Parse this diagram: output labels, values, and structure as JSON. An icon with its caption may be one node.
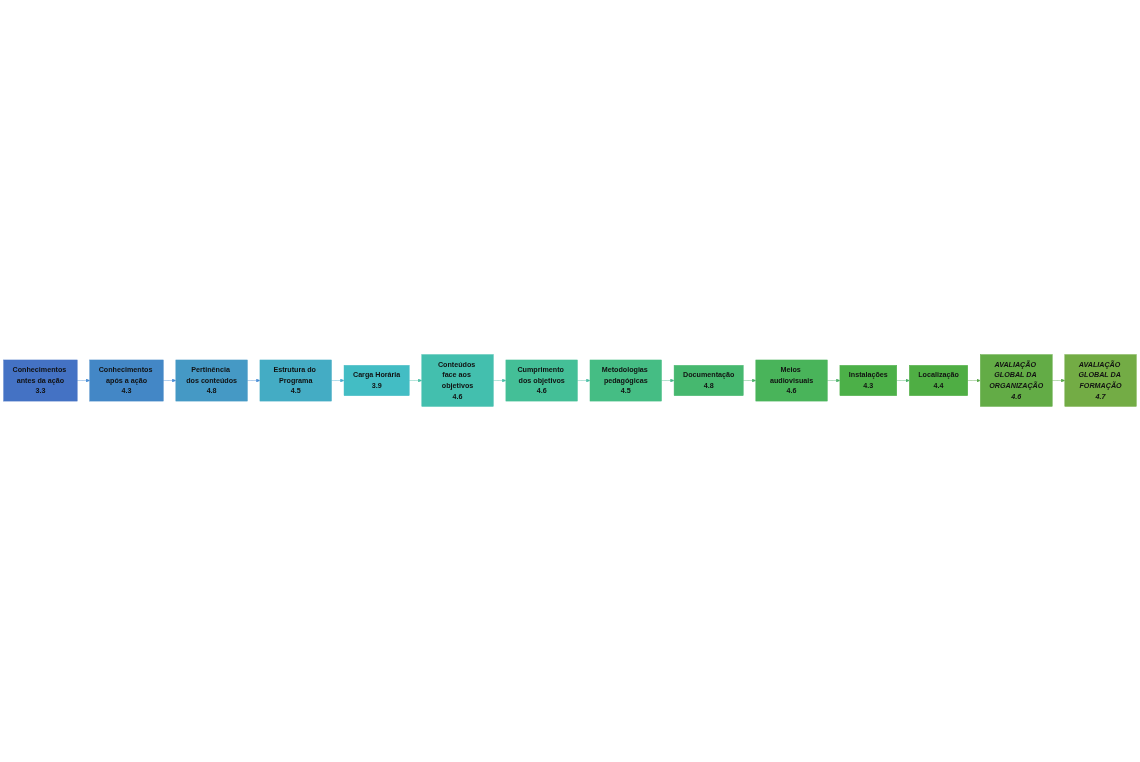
{
  "diagram": {
    "nodes": [
      {
        "text": [
          "Conhecimentos antes da ação",
          "3.3"
        ]
      },
      {
        "text": [
          "Conhecimentos após a ação",
          "4.3"
        ]
      },
      {
        "text": [
          "Pertinência dos conteúdos",
          "4.8"
        ]
      },
      {
        "text": [
          "Estrutura do Programa",
          "4.5"
        ]
      },
      {
        "text": [
          "Carga Horária",
          "3.9"
        ]
      },
      {
        "text": [
          "Conteúdos face aos objetivos",
          "4.6"
        ]
      },
      {
        "text": [
          "Cumprimento dos objetivos",
          "4.6"
        ]
      },
      {
        "text": [
          "Metodologias pedagógicas",
          "4.5"
        ]
      },
      {
        "text": [
          "Documentação",
          "4.8"
        ]
      },
      {
        "text": [
          "Meios audiovisuais",
          "4.6"
        ]
      },
      {
        "text": [
          "Instalações",
          "4.3"
        ]
      },
      {
        "text": [
          "Localização",
          "4.4"
        ]
      },
      {
        "text": [
          "AVALIAÇÃO GLOBAL DA ORGANIZAÇÃO",
          "4.6"
        ]
      },
      {
        "text": [
          "AVALIAÇÃO GLOBAL DA FORMAÇÃO",
          "4.7"
        ]
      }
    ],
    "edges": [
      {
        "from": 0,
        "to": 1,
        "arrow": "to",
        "color": "#4a8fd6"
      },
      {
        "from": 1,
        "to": 2,
        "arrow": "to",
        "color": "#4a8fd6"
      },
      {
        "from": 2,
        "to": 3,
        "arrow": "to",
        "color": "#4a8fd6"
      },
      {
        "from": 3,
        "to": 4,
        "arrow": "to",
        "color": "#4aaed0"
      },
      {
        "from": 4,
        "to": 5,
        "arrow": "to",
        "color": "#4cc0a8"
      },
      {
        "from": 5,
        "to": 6,
        "arrow": "to",
        "color": "#4cc0a8"
      },
      {
        "from": 6,
        "to": 7,
        "arrow": "to",
        "color": "#4cc0a8"
      },
      {
        "from": 7,
        "to": 8,
        "arrow": "to",
        "color": "#4bb88a"
      },
      {
        "from": 8,
        "to": 9,
        "arrow": "to",
        "color": "#4db36a"
      },
      {
        "from": 9,
        "to": 10,
        "arrow": "to",
        "color": "#4db36a"
      },
      {
        "from": 10,
        "to": 11,
        "arrow": "to",
        "color": "#4db36a"
      },
      {
        "from": 11,
        "to": 12,
        "arrow": "to",
        "color": "#5aaa4a"
      },
      {
        "from": 12,
        "to": 13,
        "arrow": "to",
        "color": "#5aaa4a"
      }
    ]
  }
}
